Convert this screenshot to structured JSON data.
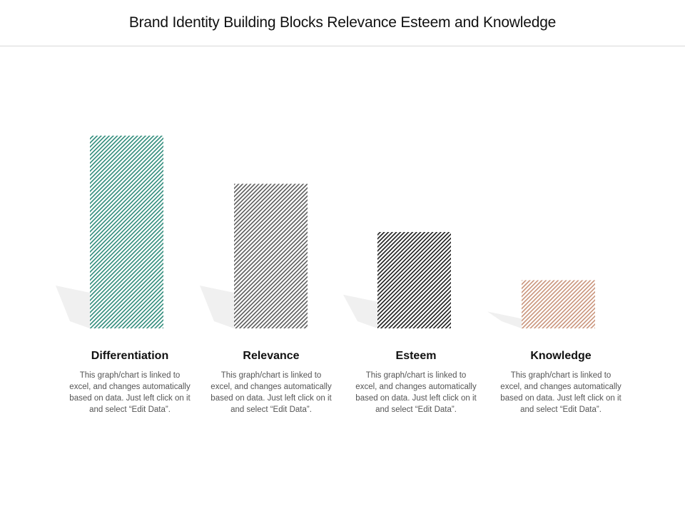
{
  "title": "Brand Identity Building Blocks Relevance Esteem and Knowledge",
  "chart_data": {
    "type": "bar",
    "categories": [
      "Differentiation",
      "Relevance",
      "Esteem",
      "Knowledge"
    ],
    "values": [
      4,
      3,
      2,
      1
    ],
    "ylim": [
      0,
      4
    ],
    "grid": false,
    "colors": [
      "#2e8b7a",
      "#5a5a5a",
      "#1a1a1a",
      "#c9937a"
    ]
  },
  "items": [
    {
      "heading": "Differentiation",
      "description": "This graph/chart is linked to excel, and changes automatically based on data. Just left click on it and select “Edit Data”."
    },
    {
      "heading": "Relevance",
      "description": "This graph/chart is linked to excel, and changes automatically based on data. Just left click on it and select “Edit Data”."
    },
    {
      "heading": "Esteem",
      "description": "This graph/chart is linked to excel, and changes automatically based on data. Just left click on it and select “Edit Data”."
    },
    {
      "heading": "Knowledge",
      "description": "This graph/chart is linked to excel, and changes automatically based on data. Just left click on it and select “Edit Data”."
    }
  ]
}
